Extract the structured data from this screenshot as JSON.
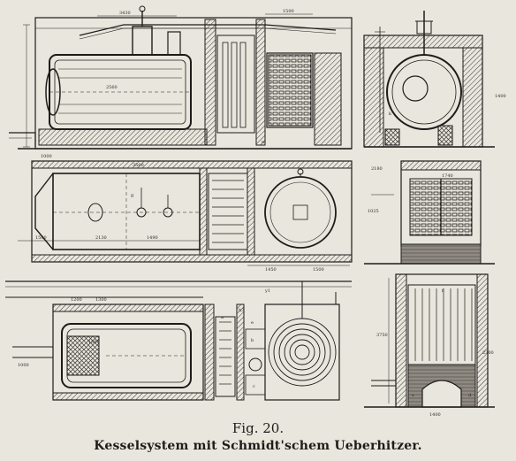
{
  "figure": {
    "number": "Fig. 20.",
    "caption": "Kesselsystem mit Schmidt'schem Ueberhitzer."
  },
  "dimensions": {
    "d1": "3430",
    "d2": "1500",
    "d3": "2560",
    "d4": "1400",
    "d5": "3500",
    "d6": "1000",
    "d7": "2130",
    "d8": "1490",
    "d9": "1500",
    "d10": "1450",
    "d11": "1500",
    "d12": "2180",
    "d13": "1740",
    "d14": "1025",
    "d15": "1200",
    "d16": "1300",
    "d17": "1000",
    "d18": "1500",
    "d19": "3750",
    "d20": "1400",
    "d21": "2300"
  },
  "labels": {
    "y1": "y1",
    "m": "m",
    "g": "g",
    "k": "k",
    "h3": "h3",
    "a": "a",
    "b": "b",
    "c": "c",
    "dd": "d",
    "e": "e",
    "f": "f",
    "s": "s"
  },
  "colors": {
    "ink": "#1e1c1a",
    "paper": "#e9e6dd",
    "hatch": "#3a3734",
    "faint": "#8a8680"
  }
}
